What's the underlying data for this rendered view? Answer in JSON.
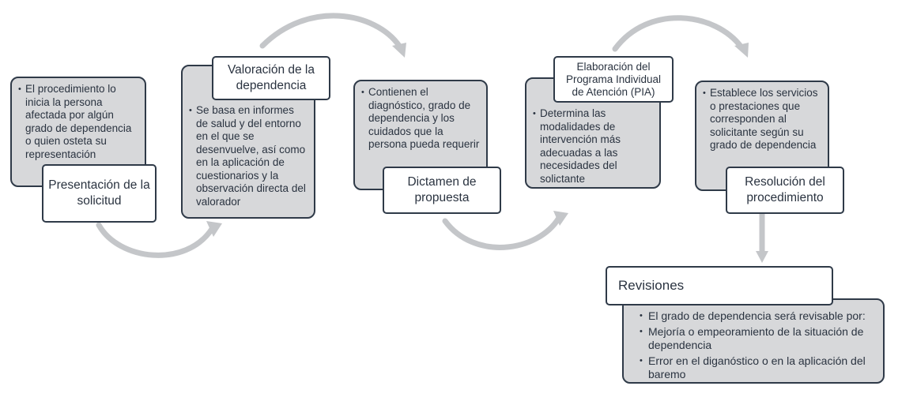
{
  "steps": [
    {
      "title": "Presentación de la solicitud",
      "bullets": [
        "El procedimiento lo inicia la persona afectada por algún grado de dependencia o quien osteta su representación"
      ]
    },
    {
      "title": "Valoración de la dependencia",
      "bullets": [
        "Se basa en informes de salud y del entorno en el que se desenvuelve, así como en la aplicación de cuestionarios y la observación directa del valorador"
      ]
    },
    {
      "title": "Dictamen de propuesta",
      "bullets": [
        "Contienen el diagnóstico, grado de dependencia y los cuidados que la persona pueda requerir"
      ]
    },
    {
      "title": "Elaboración del Programa Individual de Atención (PIA)",
      "bullets": [
        "Determina las modalidades de intervención más adecuadas a las necesidades del solictante"
      ]
    },
    {
      "title": "Resolución del procedimiento",
      "bullets": [
        "Establece los servicios o prestaciones que corresponden al solicitante según su grado de dependencia"
      ]
    }
  ],
  "revisiones": {
    "title": "Revisiones",
    "bullets": [
      "El grado de dependencia será revisable por:",
      "Mejoría o empeoramiento de la situación de dependencia",
      "Error en el diganóstico o en la aplicación del baremo"
    ]
  },
  "colors": {
    "box_fill": "#d7d8da",
    "border": "#2f3a48",
    "arrow": "#c4c6c9",
    "text": "#2a3340"
  }
}
